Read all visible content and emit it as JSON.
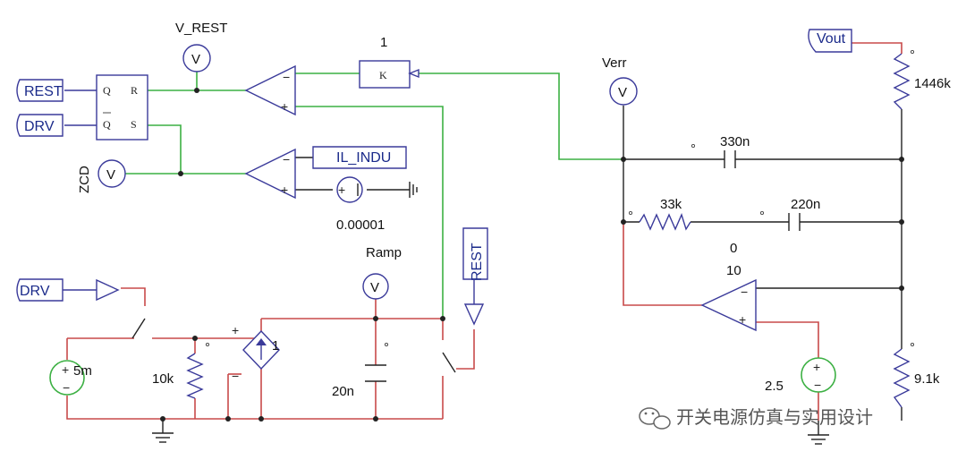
{
  "ports": {
    "rest_left": "REST",
    "drv_top": "DRV",
    "drv_bottom": "DRV",
    "rest_right": "REST",
    "il_indu": "IL_INDU",
    "vout": "Vout"
  },
  "probes": {
    "v_rest": "V_REST",
    "verr": "Verr",
    "zcd": "ZCD",
    "ramp": "Ramp",
    "symbol": "V"
  },
  "latch": {
    "q": "Q",
    "qbar": "Q",
    "r": "R",
    "s": "S"
  },
  "gain_block": {
    "symbol": "K",
    "value": "1"
  },
  "values": {
    "offset_source": "0.00001",
    "current_source": "5m",
    "r_10k": "10k",
    "cccs_gain": "1",
    "c_20n": "20n",
    "r_1446k": "1446k",
    "c_330n": "330n",
    "r_33k": "33k",
    "c_220n": "220n",
    "opamp_top": "0",
    "opamp_bottom": "10",
    "vref": "2.5",
    "r_9_1k": "9.1k"
  },
  "polarity": {
    "plus": "+",
    "minus": "−"
  },
  "watermark": {
    "icon": "wechat-icon",
    "text": "开关电源仿真与实用设计"
  }
}
